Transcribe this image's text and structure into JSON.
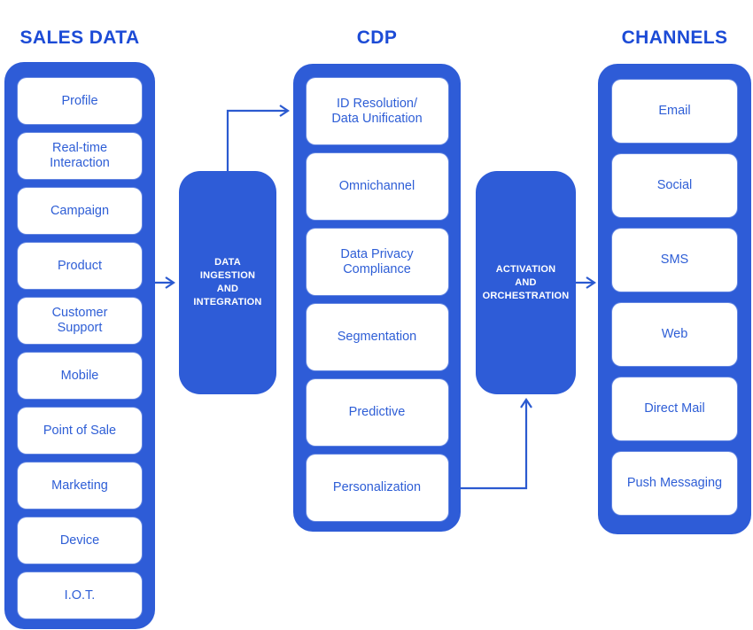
{
  "headers": {
    "sales": "SALES DATA",
    "cdp": "CDP",
    "channels": "CHANNELS"
  },
  "columns": {
    "sales": {
      "items": [
        "Profile",
        "Real-time\nInteraction",
        "Campaign",
        "Product",
        "Customer\nSupport",
        "Mobile",
        "Point of Sale",
        "Marketing",
        "Device",
        "I.O.T."
      ]
    },
    "cdp": {
      "items": [
        "ID Resolution/\nData Unification",
        "Omnichannel",
        "Data Privacy\nCompliance",
        "Segmentation",
        "Predictive",
        "Personalization"
      ]
    },
    "channels": {
      "items": [
        "Email",
        "Social",
        "SMS",
        "Web",
        "Direct Mail",
        "Push Messaging"
      ]
    }
  },
  "blocks": {
    "ingestion_label": "DATA\nINGESTION\nAND\nINTEGRATION",
    "activation_label": "ACTIVATION\nAND\nORCHESTRATION"
  },
  "colors": {
    "primary_blue": "#2e5cd7",
    "header_blue": "#1c4bd6",
    "label_blue": "#2e5ed6",
    "arrow_blue": "#2b5ad0",
    "box_white": "#ffffff"
  }
}
